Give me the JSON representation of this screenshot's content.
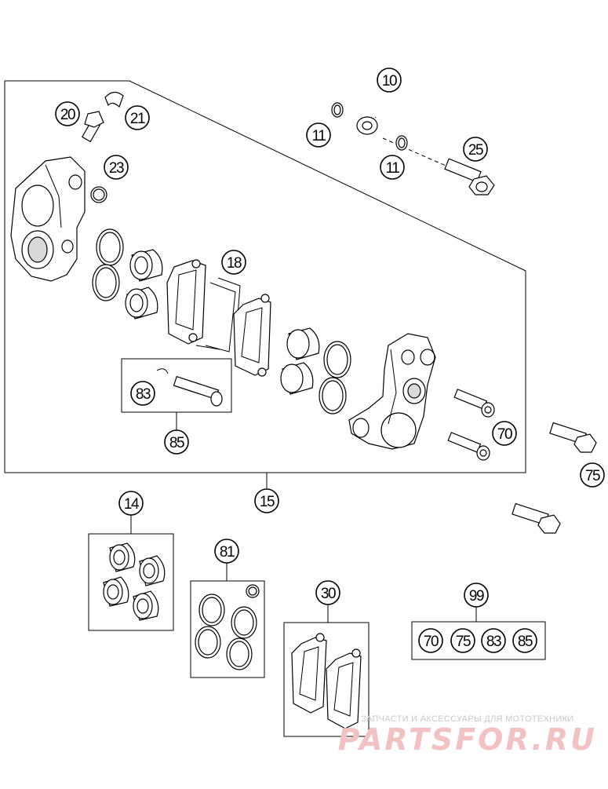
{
  "callouts": {
    "c10": "10",
    "c11a": "11",
    "c11b": "11",
    "c25": "25",
    "c20": "20",
    "c21": "21",
    "c23": "23",
    "c18": "18",
    "c83": "83",
    "c85": "85",
    "c70": "70",
    "c75": "75",
    "c15": "15",
    "c14": "14",
    "c81": "81",
    "c30": "30",
    "c99": "99"
  },
  "kit99": [
    "70",
    "75",
    "83",
    "85"
  ],
  "watermark": {
    "subtitle": "ЗАПЧАСТИ И АКСЕССУАРЫ ДЛЯ МОТОТЕХНИКИ",
    "brand": "PARTSFOR.RU"
  }
}
